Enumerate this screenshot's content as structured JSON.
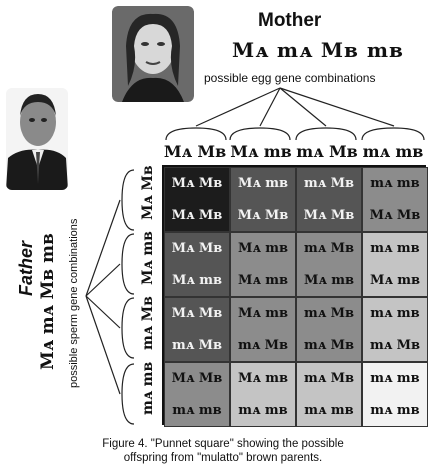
{
  "mother": {
    "title": "Mother",
    "genes": "Mᴀ mᴀ Mʙ mʙ",
    "subtitle": "possible egg gene combinations"
  },
  "father": {
    "title": "Father",
    "genes": "Mᴀ mᴀ Mʙ mʙ",
    "subtitle": "possible sperm gene combinations"
  },
  "columns": [
    "Mᴀ Mʙ",
    "Mᴀ mʙ",
    "mᴀ Mʙ",
    "mᴀ mʙ"
  ],
  "rows": [
    "Mᴀ Mʙ",
    "Mᴀ mʙ",
    "mᴀ Mʙ",
    "mᴀ mʙ"
  ],
  "cells": [
    [
      {
        "top": "Mᴀ Mʙ",
        "bottom": "Mᴀ Mʙ",
        "shade": "#1c1c1c"
      },
      {
        "top": "Mᴀ mʙ",
        "bottom": "Mᴀ Mʙ",
        "shade": "#555555"
      },
      {
        "top": "mᴀ Mʙ",
        "bottom": "Mᴀ Mʙ",
        "shade": "#555555"
      },
      {
        "top": "mᴀ mʙ",
        "bottom": "Mᴀ Mʙ",
        "shade": "#8c8c8c"
      }
    ],
    [
      {
        "top": "Mᴀ Mʙ",
        "bottom": "Mᴀ mʙ",
        "shade": "#555555"
      },
      {
        "top": "Mᴀ mʙ",
        "bottom": "Mᴀ mʙ",
        "shade": "#8c8c8c"
      },
      {
        "top": "mᴀ Mʙ",
        "bottom": "Mᴀ mʙ",
        "shade": "#8c8c8c"
      },
      {
        "top": "mᴀ mʙ",
        "bottom": "Mᴀ mʙ",
        "shade": "#c4c4c4"
      }
    ],
    [
      {
        "top": "Mᴀ Mʙ",
        "bottom": "mᴀ Mʙ",
        "shade": "#555555"
      },
      {
        "top": "Mᴀ mʙ",
        "bottom": "mᴀ Mʙ",
        "shade": "#8c8c8c"
      },
      {
        "top": "mᴀ Mʙ",
        "bottom": "mᴀ Mʙ",
        "shade": "#8c8c8c"
      },
      {
        "top": "mᴀ mʙ",
        "bottom": "mᴀ Mʙ",
        "shade": "#c4c4c4"
      }
    ],
    [
      {
        "top": "Mᴀ Mʙ",
        "bottom": "mᴀ mʙ",
        "shade": "#8c8c8c"
      },
      {
        "top": "Mᴀ mʙ",
        "bottom": "mᴀ mʙ",
        "shade": "#c4c4c4"
      },
      {
        "top": "mᴀ Mʙ",
        "bottom": "mᴀ mʙ",
        "shade": "#c4c4c4"
      },
      {
        "top": "mᴀ mʙ",
        "bottom": "mᴀ mʙ",
        "shade": "#f2f2f2"
      }
    ]
  ],
  "caption": "Figure 4. \"Punnet square\" showing the possible offspring from \"mulatto\" brown parents."
}
